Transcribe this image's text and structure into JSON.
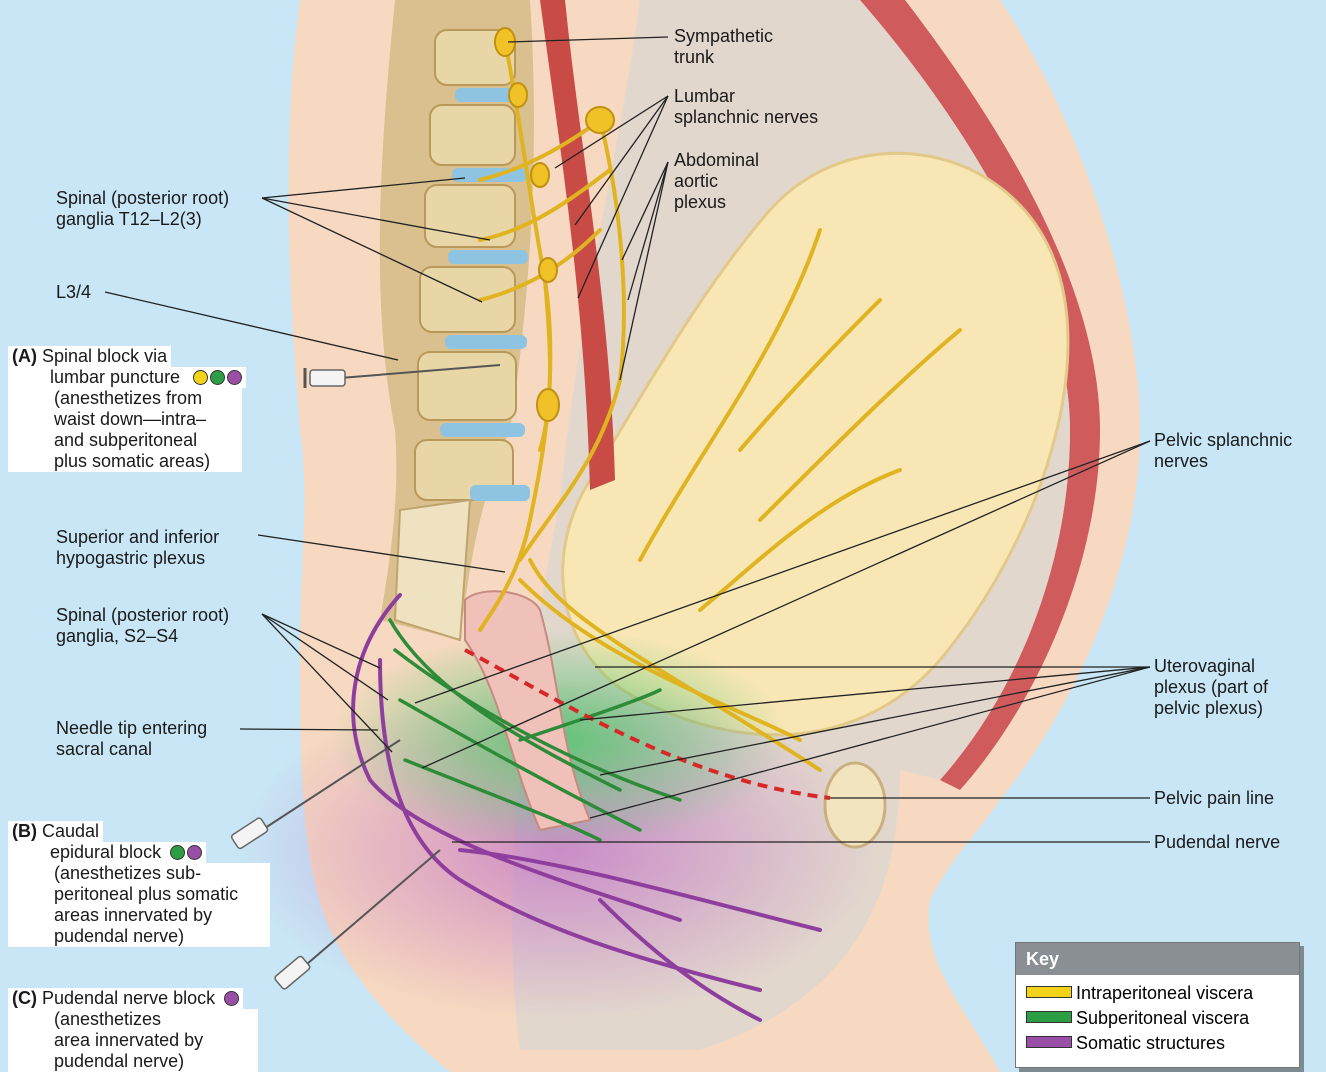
{
  "labels": {
    "sympathetic_trunk": "Sympathetic\ntrunk",
    "lumbar_splanchnic": "Lumbar\nsplanchnic nerves",
    "abdominal_aortic": "Abdominal\naortic\nplexus",
    "spinal_ganglia_t12": "Spinal (posterior root)\nganglia T12–L2(3)",
    "l34": "L3/4",
    "superior_inferior": "Superior and inferior\nhypogastric plexus",
    "spinal_ganglia_s2": "Spinal (posterior root)\nganglia, S2–S4",
    "needle_tip": "Needle tip entering\nsacral canal",
    "pelvic_splanchnic": "Pelvic splanchnic\nnerves",
    "uterovaginal": "Uterovaginal\nplexus (part of\npelvic plexus)",
    "pelvic_pain_line": "Pelvic pain line",
    "pudendal_nerve": "Pudendal nerve"
  },
  "blocks": {
    "a": {
      "letter": "(A)",
      "line1": "Spinal block via",
      "line2": "lumbar puncture",
      "rest": "(anesthetizes from\nwaist down—intra–\nand subperitoneal\nplus somatic areas)"
    },
    "b": {
      "letter": "(B)",
      "line1": "Caudal",
      "line2": "epidural block",
      "rest": "(anesthetizes sub-\nperitoneal plus somatic\nareas innervated by\npudendal nerve)"
    },
    "c": {
      "letter": "(C)",
      "line1": "Pudendal nerve block",
      "rest": "(anesthetizes\narea innervated by\npudendal nerve)"
    }
  },
  "key": {
    "title": "Key",
    "items": [
      {
        "label": "Intraperitoneal viscera",
        "color": "#f3d21a"
      },
      {
        "label": "Subperitoneal viscera",
        "color": "#2e9e44"
      },
      {
        "label": "Somatic structures",
        "color": "#9a4fa6"
      }
    ]
  },
  "colors": {
    "background": "#c8e6f5",
    "nerve_yellow": "#e0b420",
    "nerve_green": "#2e8b3a",
    "nerve_purple": "#8e3f9e",
    "pain_line": "#d62828"
  }
}
